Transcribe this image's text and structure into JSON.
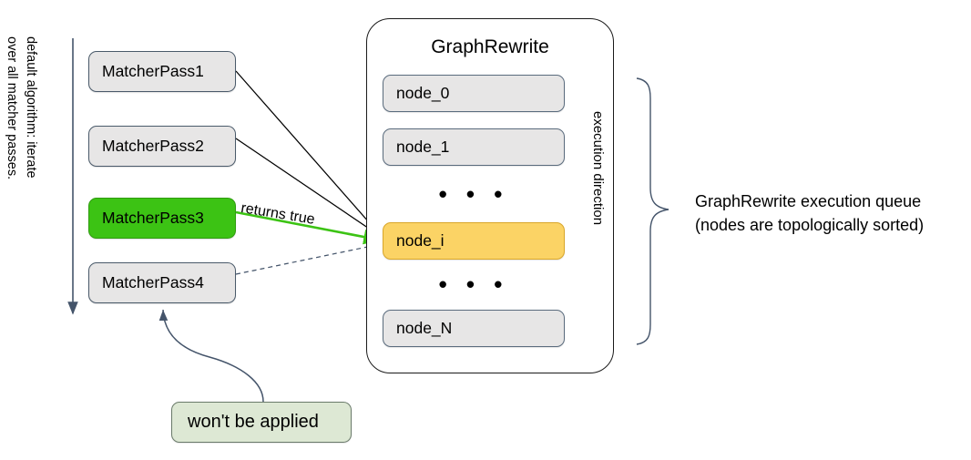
{
  "diagram": {
    "title_text": "GraphRewrite",
    "left_caption": {
      "line1": "default algorithm: iterate",
      "line2": "over all matcher passes."
    },
    "execution_direction_label": "execution direction",
    "returns_true_label": "returns true",
    "queue_caption": {
      "line1": "GraphRewrite execution queue",
      "line2": "(nodes are topologically sorted)"
    },
    "ellipsis_upper": "• • •",
    "ellipsis_lower": "• • •",
    "note": {
      "label": "won't be applied"
    },
    "matcher_passes": [
      {
        "label": "MatcherPass1",
        "state": "inactive"
      },
      {
        "label": "MatcherPass2",
        "state": "inactive"
      },
      {
        "label": "MatcherPass3",
        "state": "active"
      },
      {
        "label": "MatcherPass4",
        "state": "skipped"
      }
    ],
    "nodes": [
      {
        "label": "node_0",
        "state": "normal"
      },
      {
        "label": "node_1",
        "state": "normal"
      },
      {
        "label": "node_i",
        "state": "highlight"
      },
      {
        "label": "node_N",
        "state": "normal"
      }
    ],
    "colors": {
      "active_pass_fill": "#3cc314",
      "active_pass_border": "#2f9c0f",
      "node_fill": "#e7e6e6",
      "node_border": "#5a6b7d",
      "highlight_node_fill": "#fbd365",
      "highlight_node_border": "#d9a62a",
      "note_fill": "#dde8d4",
      "note_border": "#6a7a6a",
      "arrow_navy": "#44546a",
      "arrow_black": "#000000",
      "arrow_green": "#3cc314",
      "container_border": "#1a1a1a"
    }
  }
}
